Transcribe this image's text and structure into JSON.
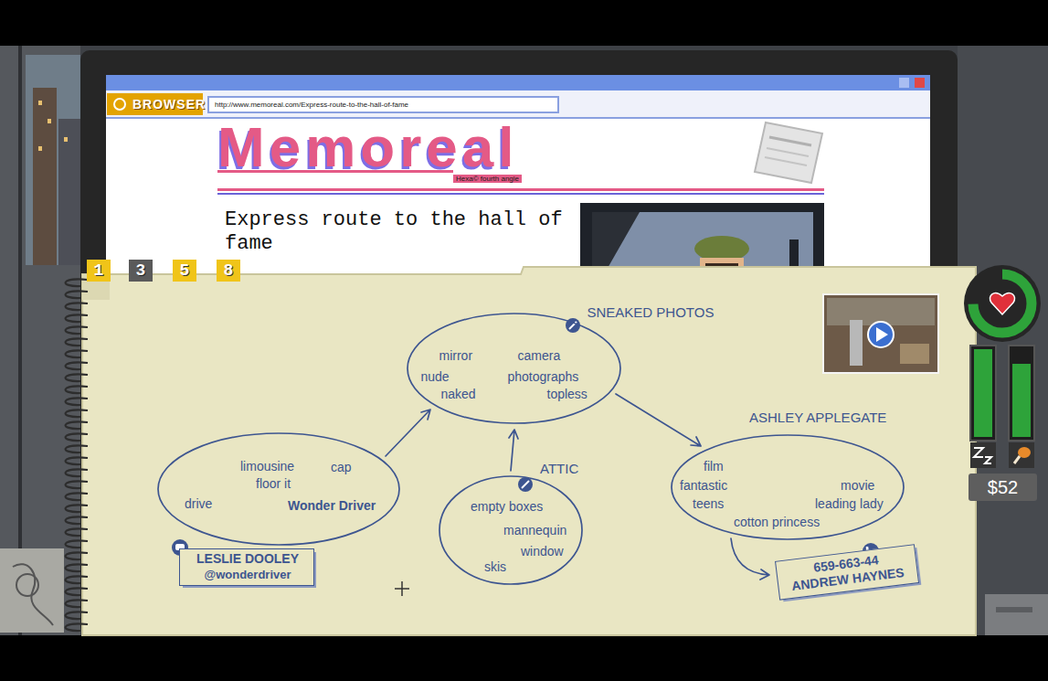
{
  "diagram": {
    "nodes": [
      {
        "text": [
          "SNEAKED PHOTOS",
          "mirror",
          "camera",
          "nude",
          "photographs",
          "naked",
          "topless"
        ]
      },
      {
        "text": [
          "limousine",
          "cap",
          "floor it",
          "drive",
          "Wonder Driver"
        ]
      },
      {
        "text": [
          "ATTIC",
          "empty boxes",
          "mannequin",
          "window",
          "skis"
        ]
      },
      {
        "text": [
          "ASHLEY APPLEGATE",
          "film",
          "fantastic",
          "movie",
          "teens",
          "leading lady",
          "cotton princess"
        ]
      },
      {
        "text": [
          "LESLIE DOOLEY",
          "@wonderdriver"
        ]
      },
      {
        "text": [
          "659-663-44",
          "ANDREW HAYNES"
        ]
      }
    ],
    "edges": [
      {
        "from": 1,
        "to": 0,
        "arrow": "to"
      },
      {
        "from": 2,
        "to": 0,
        "arrow": "to"
      },
      {
        "from": 0,
        "to": 3,
        "arrow": "to"
      },
      {
        "from": 3,
        "to": 5,
        "arrow": "to"
      }
    ],
    "labels": [
      "BROWSER",
      "http://www.memoreal.com/Express-route-to-the-hall-of-fame",
      "Memoreal",
      "Hexa© fourth angle",
      "Express route to the hall of fame",
      "1",
      "3",
      "5",
      "8",
      "$52"
    ]
  }
}
